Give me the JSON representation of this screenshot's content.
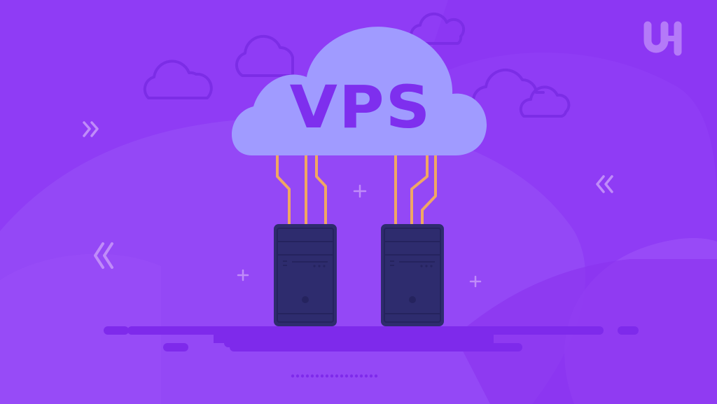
{
  "illustration": {
    "title": "VPS",
    "logo": {
      "text": "UH",
      "icon": "uh-logo-icon"
    },
    "colors": {
      "background": "#8f3cf5",
      "background_blob": "#9a4ef7",
      "background_dark": "#8530ee",
      "cloud_fill": "#a09bff",
      "cloud_text": "#7e2fee",
      "cloud_outline": "#7c2de6",
      "wire": "#f0a763",
      "server_body": "#2e2c6e",
      "server_line": "#25235e",
      "decor": "#c08cf9",
      "ground": "#7e2aeb"
    },
    "elements": {
      "main_cloud": "cloud-icon",
      "servers": [
        {
          "name": "server-left",
          "icon": "server-tower-icon"
        },
        {
          "name": "server-right",
          "icon": "server-tower-icon"
        }
      ],
      "decorations": [
        "double-chevron-right-icon",
        "double-chevron-left-icon",
        "double-chevron-left-icon",
        "plus-icon",
        "plus-icon",
        "plus-icon"
      ]
    }
  }
}
